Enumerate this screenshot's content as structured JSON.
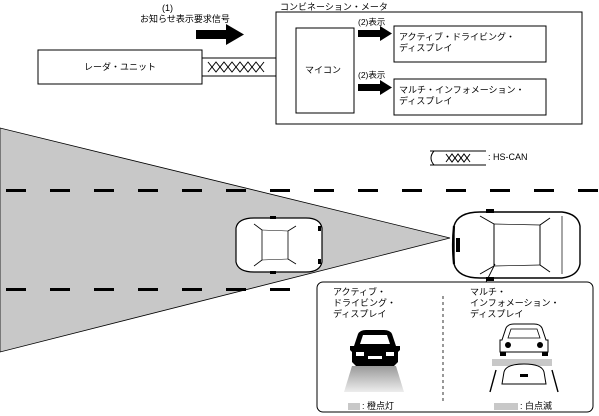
{
  "signal_number": "(1)",
  "signal_text": "お知らせ表示要求信号",
  "meter_title": "コンビネーション・メータ",
  "radar_label": "レーダ・ユニット",
  "micon_label": "マイコン",
  "display_arrow_upper": "(2)表示",
  "display_arrow_lower": "(2)表示",
  "active_display_label": "アクティブ・ドライビング・\nディスプレイ",
  "multi_display_label": "マルチ・インフォメーション・\nディスプレイ",
  "legend_hscan": ": HS-CAN",
  "panel_active_label": "アクティブ・\nドライビング・\nディスプレイ",
  "panel_multi_label": "マルチ・\nインフォメーション・\nディスプレイ",
  "legend_amber": ": 橙点灯",
  "legend_blink": ": 白点滅",
  "colors": {
    "detection_zone": "#c8c8c8",
    "road_lane": "#000000",
    "legend_fill": "#c8c8c8"
  }
}
